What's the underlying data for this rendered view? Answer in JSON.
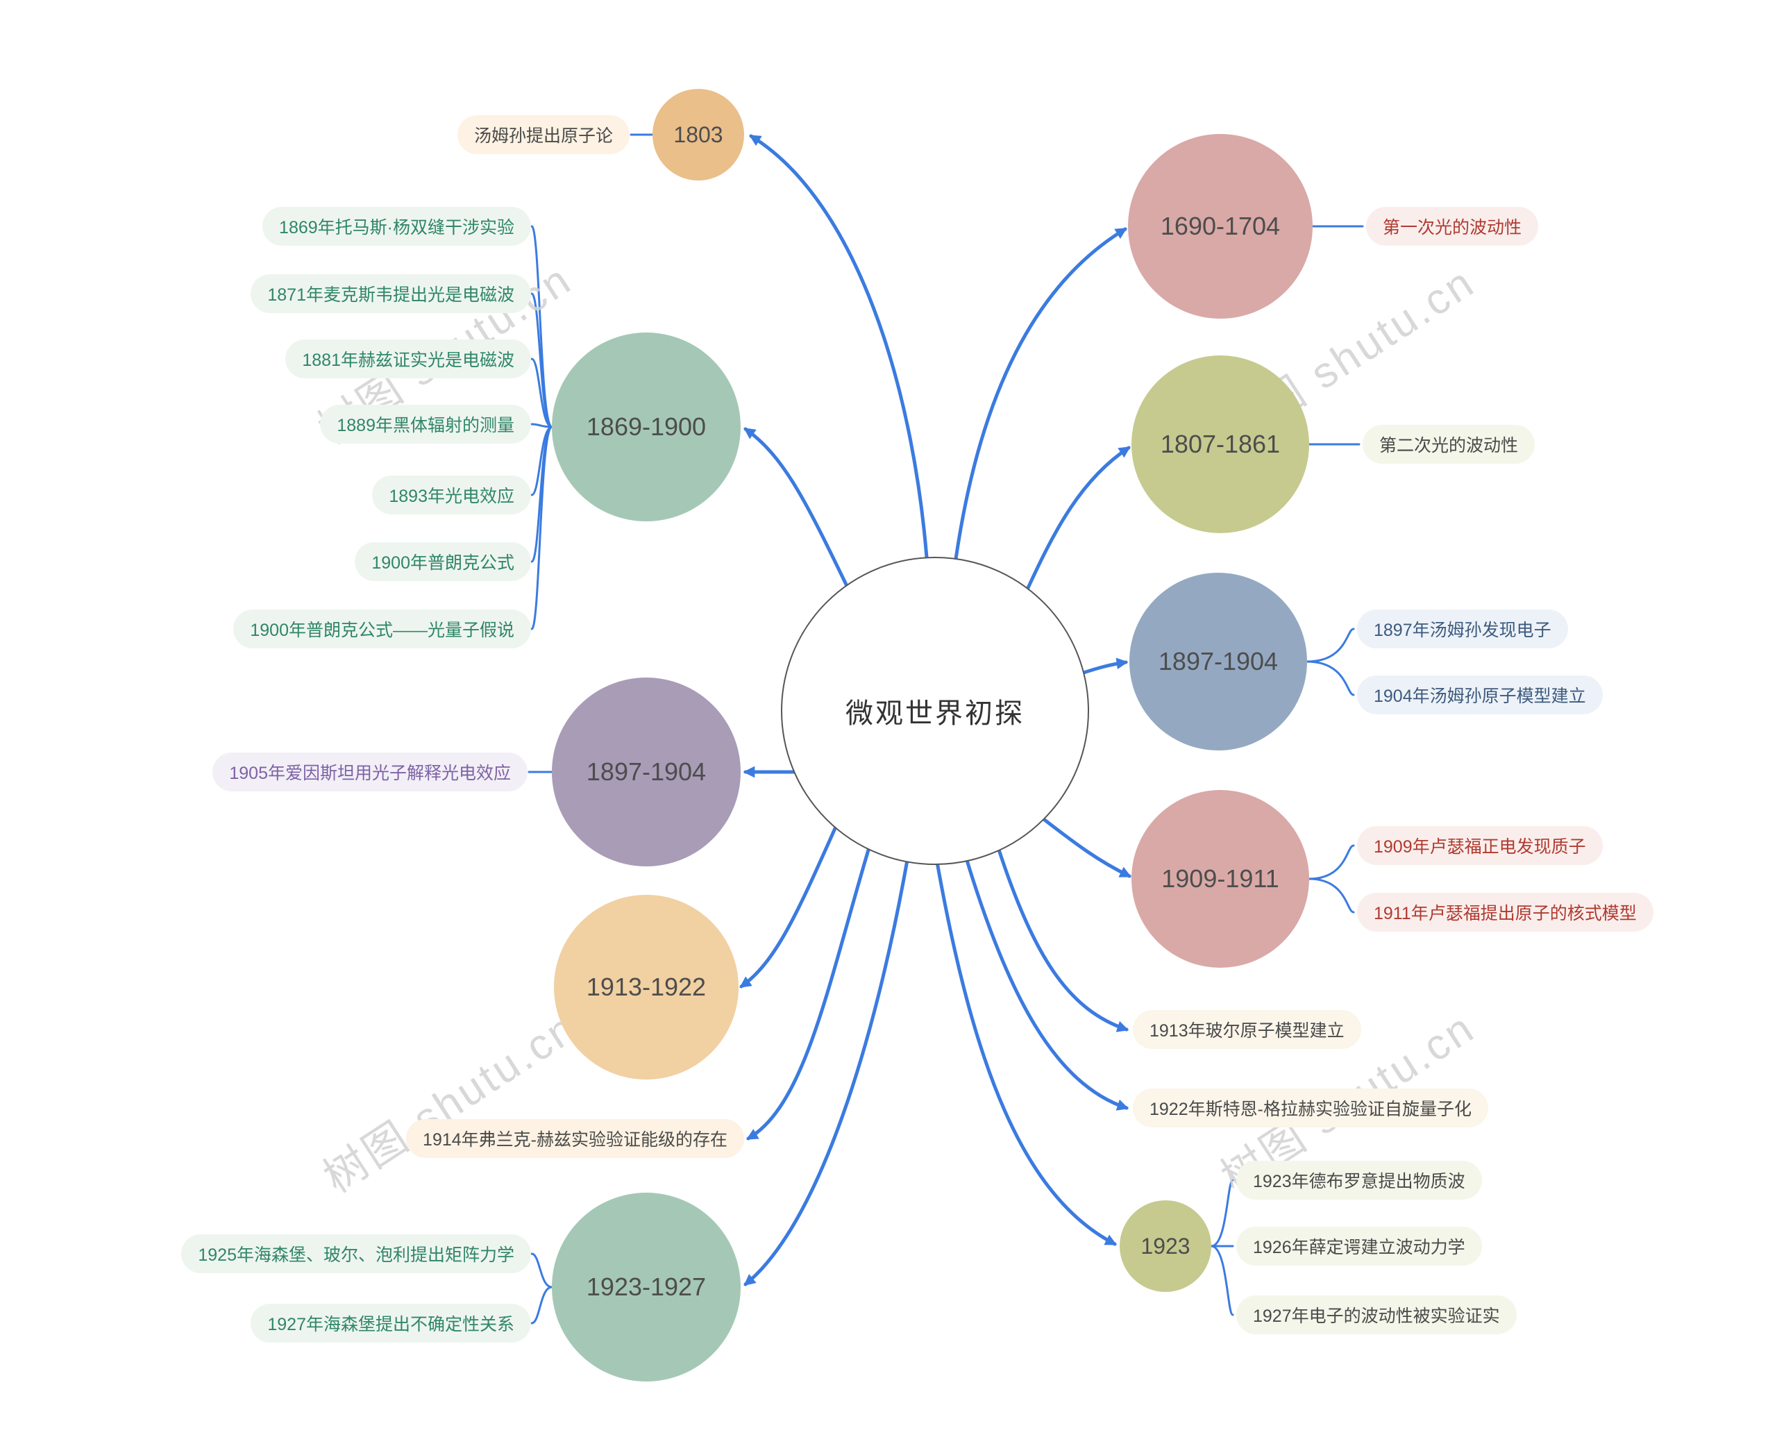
{
  "watermark": "树图 shutu.cn",
  "nodes": {
    "center": "微观世界初探",
    "y1803": "1803",
    "y1869_1900": "1869-1900",
    "y1897_1904_left": "1897-1904",
    "y1913_1922": "1913-1922",
    "y1923_1927": "1923-1927",
    "y1690_1704": "1690-1704",
    "y1807_1861": "1807-1861",
    "y1897_1904_right": "1897-1904",
    "y1909_1911": "1909-1911",
    "y1923": "1923"
  },
  "labels": {
    "thomson_atom": "汤姆孙提出原子论",
    "young_1869": "1869年托马斯·杨双缝干涉实验",
    "maxwell_1871": "1871年麦克斯韦提出光是电磁波",
    "hertz_1881": "1881年赫兹证实光是电磁波",
    "blackbody_1889": "1889年黑体辐射的测量",
    "photoelectric_1893": "1893年光电效应",
    "planck_1900": "1900年普朗克公式",
    "planck_quantum_1900": "1900年普朗克公式——光量子假说",
    "einstein_1905": "1905年爱因斯坦用光子解释光电效应",
    "franck_hertz_1914": "1914年弗兰克-赫兹实验验证能级的存在",
    "matrix_1925": "1925年海森堡、玻尔、泡利提出矩阵力学",
    "uncertainty_1927": "1927年海森堡提出不确定性关系",
    "wave_first": "第一次光的波动性",
    "wave_second": "第二次光的波动性",
    "electron_1897": "1897年汤姆孙发现电子",
    "thomson_model_1904": "1904年汤姆孙原子模型建立",
    "proton_1909": "1909年卢瑟福正电发现质子",
    "nuclear_model_1911": "1911年卢瑟福提出原子的核式模型",
    "bohr_1913": "1913年玻尔原子模型建立",
    "stern_gerlach_1922": "1922年斯特恩-格拉赫实验验证自旋量子化",
    "matter_wave_1923": "1923年德布罗意提出物质波",
    "schrodinger_1926": "1926年薛定谔建立波动力学",
    "electron_wave_1927": "1927年电子的波动性被实验证实"
  },
  "colors": {
    "connector_blue": "#3b7be0",
    "circle_1803": "#eabf8a",
    "circle_1869_1900": "#a5c8b6",
    "circle_1897_1904_left": "#a99cb7",
    "circle_1913_1922": "#f1d0a2",
    "circle_1923_1927": "#a5c8b6",
    "circle_1690_1704": "#d9a9a7",
    "circle_1807_1861": "#c6ca8f",
    "circle_1897_1904_right": "#94a9c1",
    "circle_1909_1911": "#d9a9a7",
    "circle_1923": "#c6ca8f",
    "text_green": "#2f8668",
    "text_red": "#b03a30",
    "text_navy": "#3d5a7e",
    "text_purple": "#7e62a5"
  }
}
